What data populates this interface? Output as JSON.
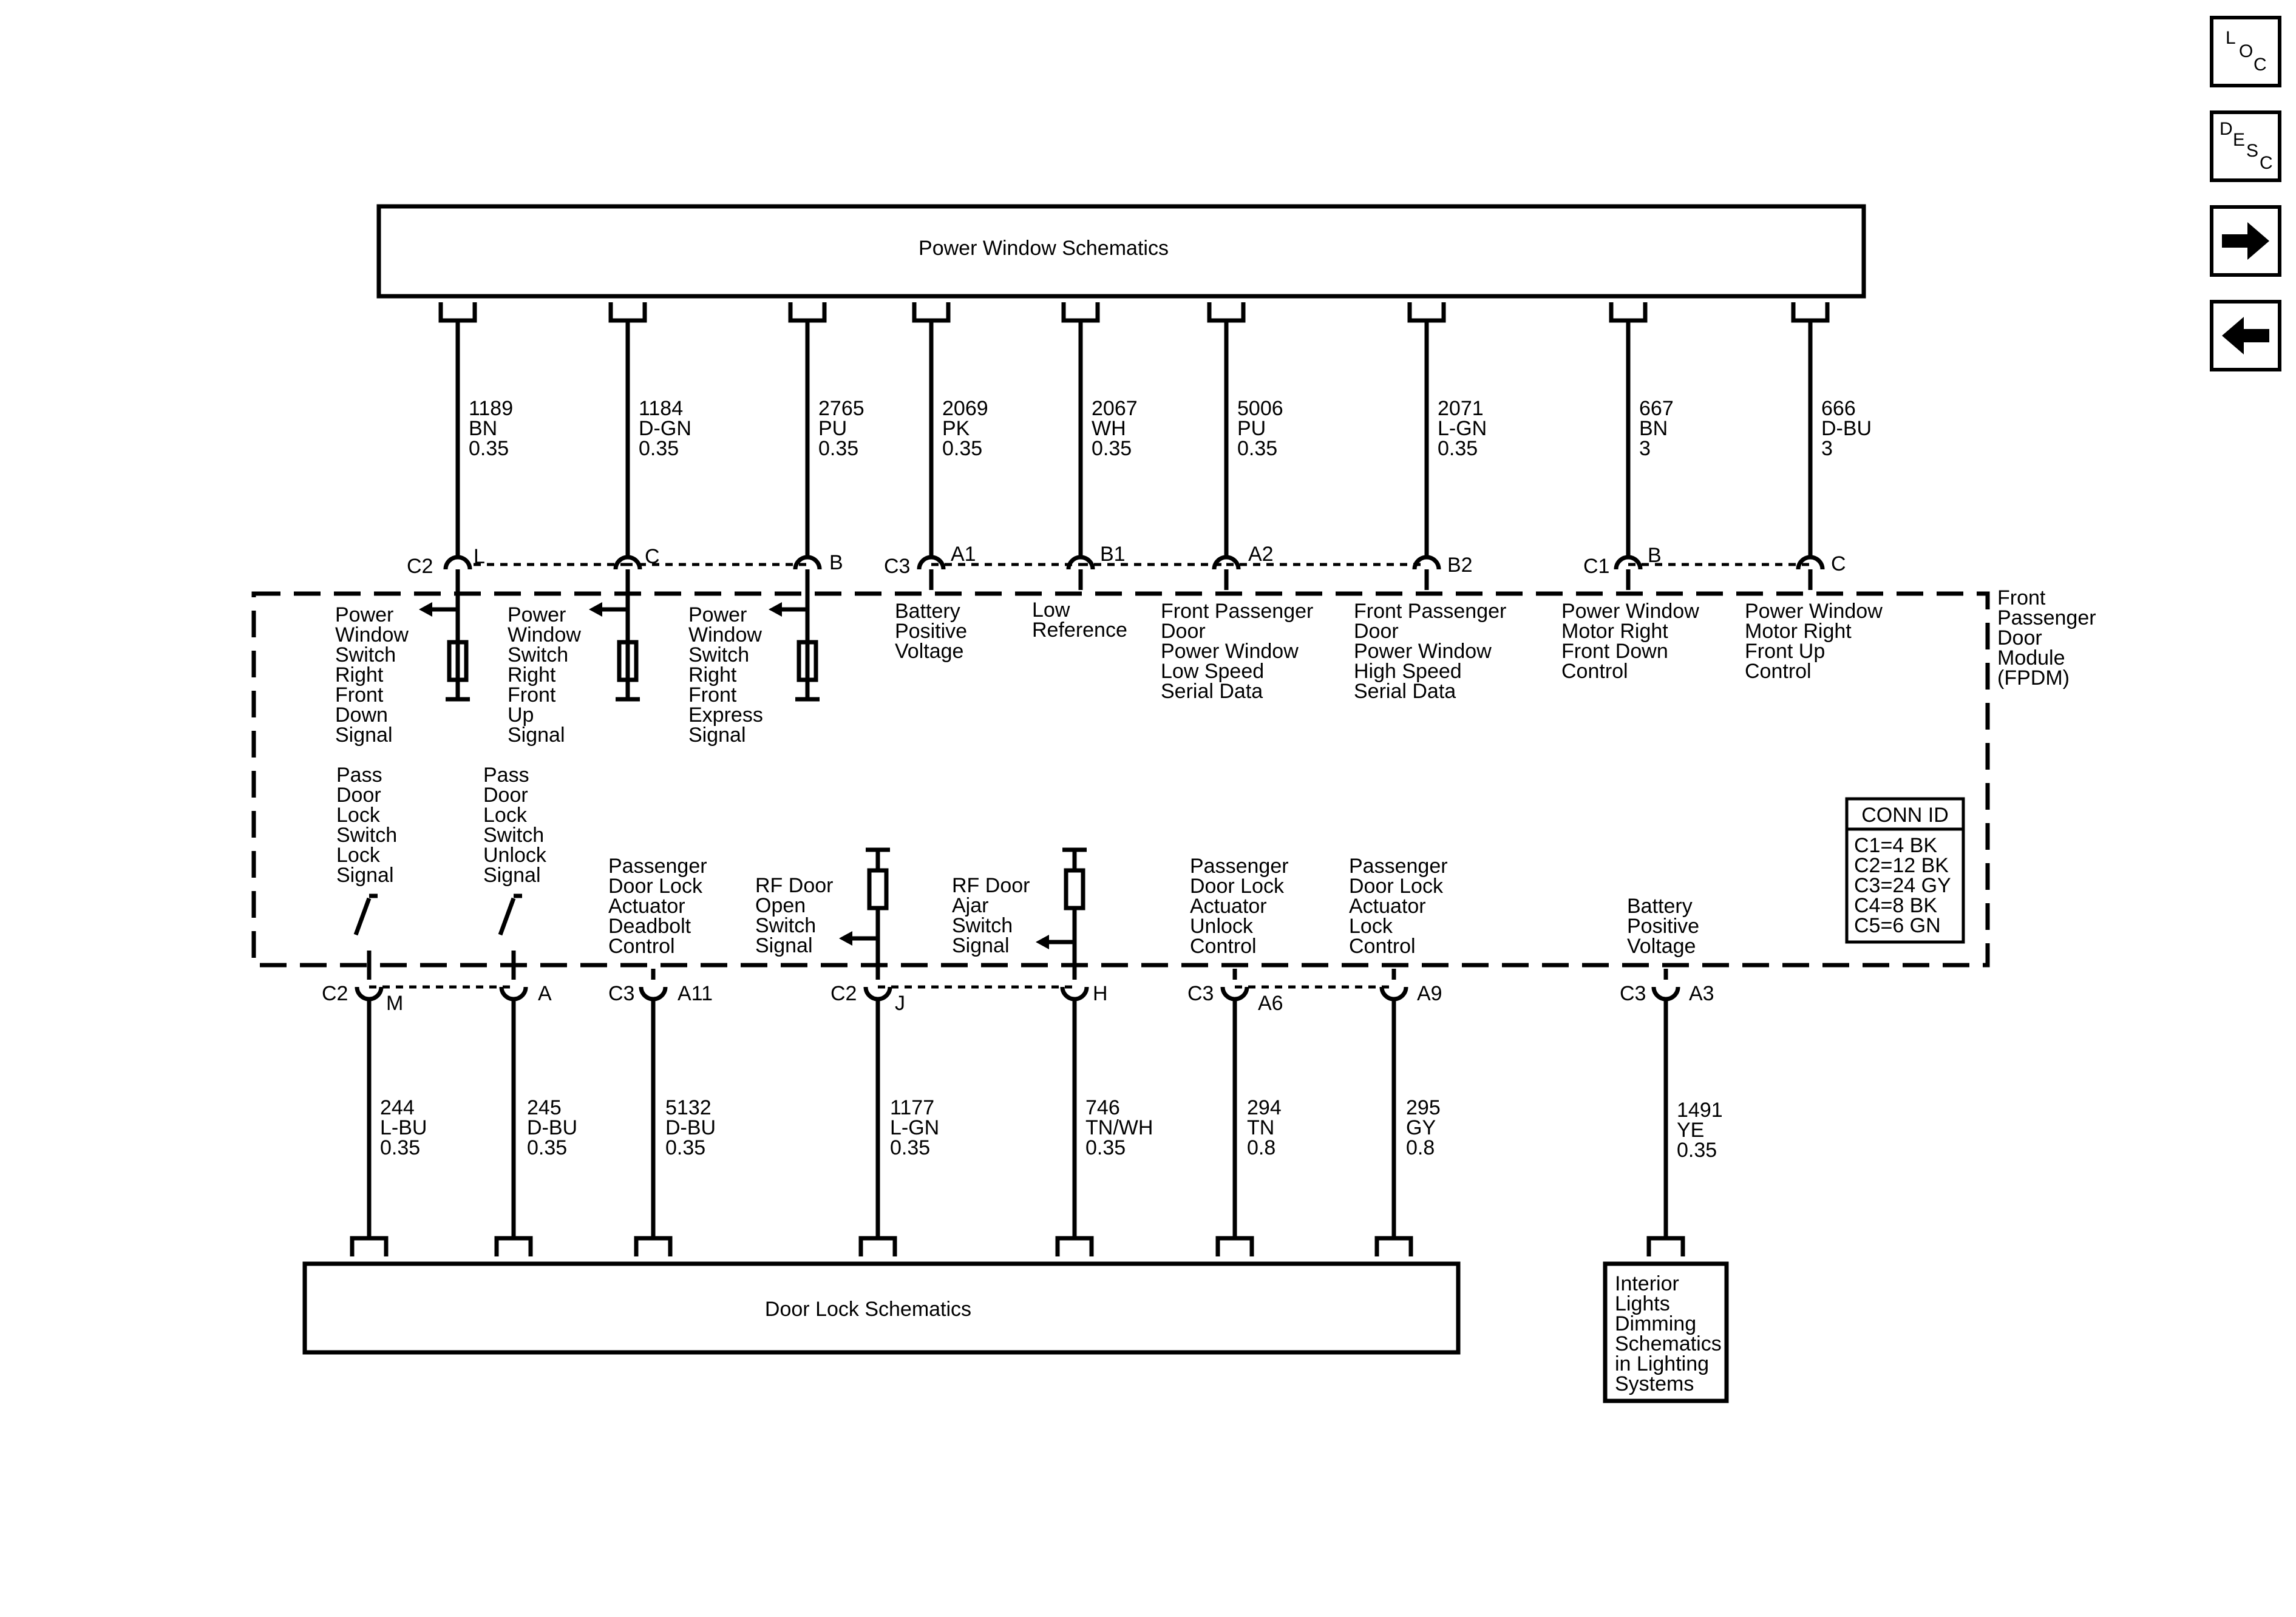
{
  "nav": {
    "loc": [
      "L",
      "O",
      "C"
    ],
    "desc": [
      "D",
      "E",
      "S",
      "C"
    ]
  },
  "top_box": "Power Window Schematics",
  "bottom_box": "Door Lock Schematics",
  "side_box": [
    "Interior",
    "Lights",
    "Dimming",
    "Schematics",
    "in Lighting",
    "Systems"
  ],
  "module_name": [
    "Front",
    "Passenger",
    "Door",
    "Module",
    "(FPDM)"
  ],
  "conn_id": {
    "title": "CONN ID",
    "items": [
      "C1=4 BK",
      "C2=12 BK",
      "C3=24 GY",
      "C4=8 BK",
      "C5=6 GN"
    ]
  },
  "top_circuits": [
    {
      "wire": [
        "1189",
        "BN",
        "0.35"
      ],
      "conn": "C2",
      "pin": "L",
      "desc": [
        "Power",
        "Window",
        "Switch",
        "Right",
        "Front",
        "Down",
        "Signal"
      ]
    },
    {
      "wire": [
        "1184",
        "D-GN",
        "0.35"
      ],
      "conn": "",
      "pin": "C",
      "desc": [
        "Power",
        "Window",
        "Switch",
        "Right",
        "Front",
        "Up",
        "Signal"
      ]
    },
    {
      "wire": [
        "2765",
        "PU",
        "0.35"
      ],
      "conn": "",
      "pin": "B",
      "desc": [
        "Power",
        "Window",
        "Switch",
        "Right",
        "Front",
        "Express",
        "Signal"
      ]
    },
    {
      "wire": [
        "2069",
        "PK",
        "0.35"
      ],
      "conn": "C3",
      "pin": "A1",
      "desc": [
        "Battery",
        "Positive",
        "Voltage"
      ]
    },
    {
      "wire": [
        "2067",
        "WH",
        "0.35"
      ],
      "conn": "",
      "pin": "B1",
      "desc": [
        "Low",
        "Reference"
      ]
    },
    {
      "wire": [
        "5006",
        "PU",
        "0.35"
      ],
      "conn": "",
      "pin": "A2",
      "desc": [
        "Front Passenger",
        "Door",
        "Power Window",
        "Low Speed",
        "Serial Data"
      ]
    },
    {
      "wire": [
        "2071",
        "L-GN",
        "0.35"
      ],
      "conn": "",
      "pin": "B2",
      "desc": [
        "Front Passenger",
        "Door",
        "Power Window",
        "High Speed",
        "Serial Data"
      ]
    },
    {
      "wire": [
        "667",
        "BN",
        "3"
      ],
      "conn": "C1",
      "pin": "B",
      "desc": [
        "Power Window",
        "Motor Right",
        "Front Down",
        "Control"
      ]
    },
    {
      "wire": [
        "666",
        "D-BU",
        "3"
      ],
      "conn": "",
      "pin": "C",
      "desc": [
        "Power Window",
        "Motor Right",
        "Front Up",
        "Control"
      ]
    }
  ],
  "bottom_circuits": [
    {
      "wire": [
        "244",
        "L-BU",
        "0.35"
      ],
      "conn": "C2",
      "pin": "M",
      "desc": [
        "Pass",
        "Door",
        "Lock",
        "Switch",
        "Lock",
        "Signal"
      ]
    },
    {
      "wire": [
        "245",
        "D-BU",
        "0.35"
      ],
      "conn": "",
      "pin": "A",
      "desc": [
        "Pass",
        "Door",
        "Lock",
        "Switch",
        "Unlock",
        "Signal"
      ]
    },
    {
      "wire": [
        "5132",
        "D-BU",
        "0.35"
      ],
      "conn": "C3",
      "pin": "A11",
      "desc": [
        "Passenger",
        "Door Lock",
        "Actuator",
        "Deadbolt",
        "Control"
      ]
    },
    {
      "wire": [
        "1177",
        "L-GN",
        "0.35"
      ],
      "conn": "C2",
      "pin": "J",
      "desc": [
        "RF Door",
        "Open",
        "Switch",
        "Signal"
      ]
    },
    {
      "wire": [
        "746",
        "TN/WH",
        "0.35"
      ],
      "conn": "",
      "pin": "H",
      "desc": [
        "RF Door",
        "Ajar",
        "Switch",
        "Signal"
      ]
    },
    {
      "wire": [
        "294",
        "TN",
        "0.8"
      ],
      "conn": "C3",
      "pin": "A6",
      "desc": [
        "Passenger",
        "Door Lock",
        "Actuator",
        "Unlock",
        "Control"
      ]
    },
    {
      "wire": [
        "295",
        "GY",
        "0.8"
      ],
      "conn": "",
      "pin": "A9",
      "desc": [
        "Passenger",
        "Door Lock",
        "Actuator",
        "Lock",
        "Control"
      ]
    },
    {
      "wire": [
        "1491",
        "YE",
        "0.35"
      ],
      "conn": "C3",
      "pin": "A3",
      "desc": [
        "Battery",
        "Positive",
        "Voltage"
      ]
    }
  ]
}
